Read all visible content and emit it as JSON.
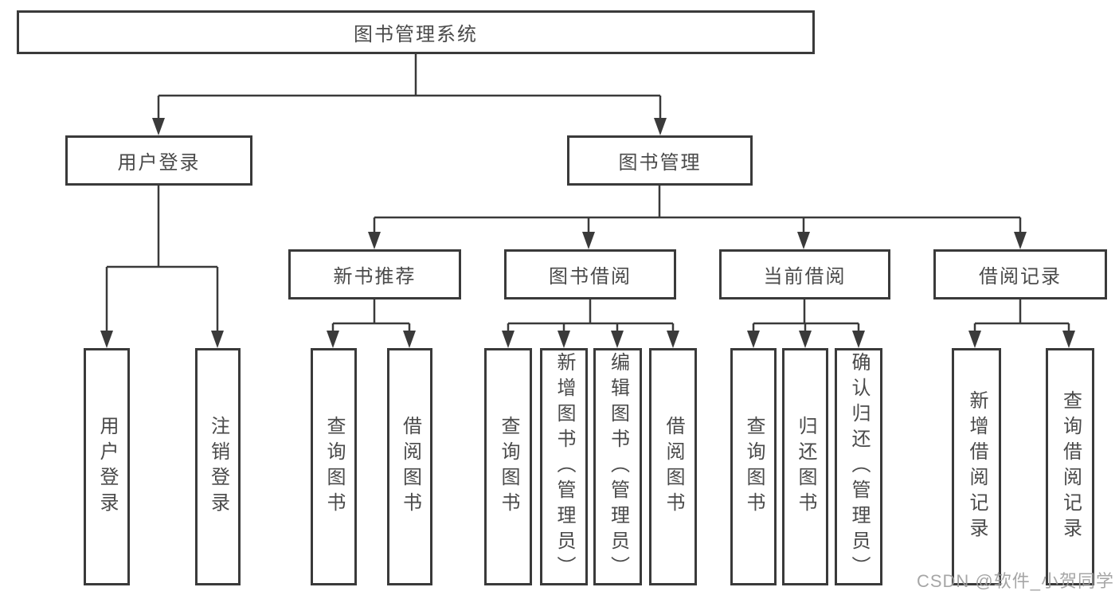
{
  "diagram": {
    "root": {
      "label": "图书管理系统"
    },
    "branches": [
      {
        "label": "用户登录",
        "children": [
          {
            "label": "用户登录"
          },
          {
            "label": "注销登录"
          }
        ]
      },
      {
        "label": "图书管理",
        "children": [
          {
            "label": "新书推荐",
            "children": [
              {
                "label": "查询图书"
              },
              {
                "label": "借阅图书"
              }
            ]
          },
          {
            "label": "图书借阅",
            "children": [
              {
                "label": "查询图书"
              },
              {
                "label": "新增图书（管理员）"
              },
              {
                "label": "编辑图书（管理员）"
              },
              {
                "label": "借阅图书"
              }
            ]
          },
          {
            "label": "当前借阅",
            "children": [
              {
                "label": "查询图书"
              },
              {
                "label": "归还图书"
              },
              {
                "label": "确认归还（管理员）"
              }
            ]
          },
          {
            "label": "借阅记录",
            "children": [
              {
                "label": "新增借阅记录"
              },
              {
                "label": "查询借阅记录"
              }
            ]
          }
        ]
      }
    ]
  },
  "watermark": {
    "text": "CSDN @软件_小贺同学"
  },
  "colors": {
    "line": "#3a3a3a",
    "text": "#4a4a4a",
    "watermark": "#9e9e9e",
    "background": "#ffffff"
  }
}
